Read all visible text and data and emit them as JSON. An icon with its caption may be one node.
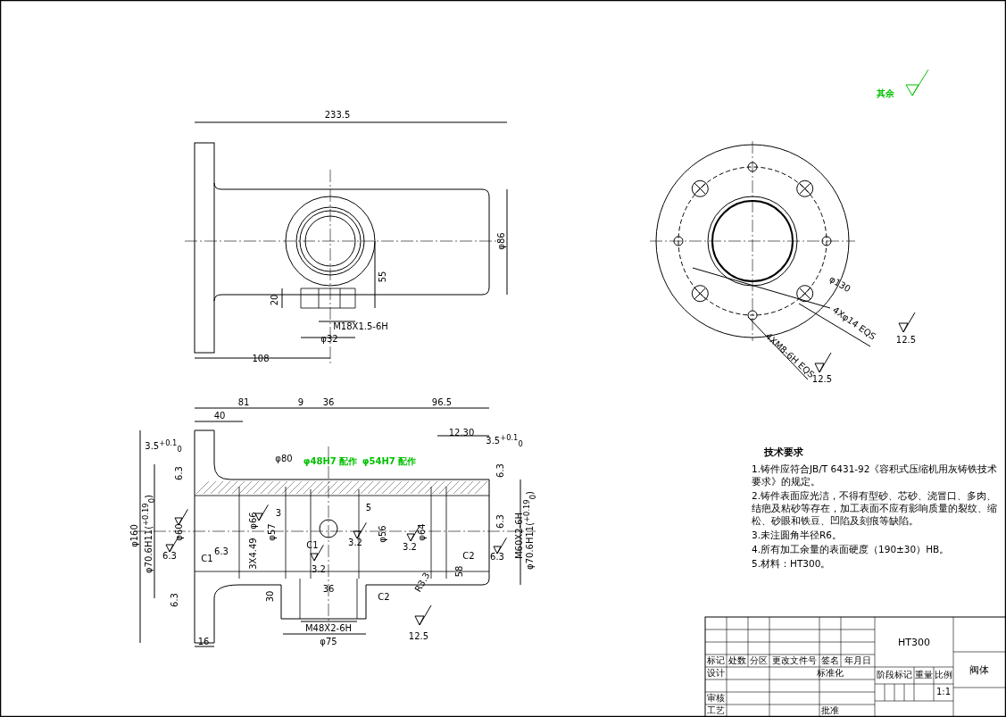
{
  "diagram": {
    "labels": [
      "其余",
      "233.5",
      "φ86",
      "55",
      "20",
      "M18X1.5-6H",
      "φ32",
      "108",
      "φ130",
      "4Xφ14 EQS",
      "12.5",
      "4XM8-6H EQS",
      "12.5",
      "81",
      "9",
      "36",
      "96.5",
      "40",
      "12.30",
      "3.5$^{+0.1}$$_{0}$",
      "3.5$^{+0.1}$$_{0}$",
      "φ80",
      "φ48H7 配作",
      "φ54H7 配作",
      "6.3",
      "6.3",
      "3",
      "5",
      "φ160",
      "φ70.6H11($^{+0.19}$$_{0}$)",
      "φ60",
      "φ66",
      "3X4.49",
      "φ57",
      "φ56",
      "φ64",
      "M60X2-6H",
      "φ70.6H11($^{+0.19}$$_{0}$)",
      "6.3",
      "6.3",
      "C1",
      "6.3",
      "C1",
      "3.2",
      "3.2",
      "3.2",
      "C2",
      "6.3",
      "36",
      "R3.3",
      "58",
      "30",
      "C2",
      "6.3",
      "M48X2-6H",
      "φ75",
      "12.5",
      "16",
      "技术要求",
      "1.铸件应符合JB/T 6431-92《容积式压缩机用灰铸铁技术要求》的规定。",
      "2.铸件表面应光洁，不得有型砂、芯砂、浇冒口、多肉、结疤及粘砂等存在，加工表面不应有影响质量的裂纹、缩松、砂眼和铁豆、凹陷及刻痕等缺陷。",
      "3.未注圆角半径R6。",
      "4.所有加工余量的表面硬度（190±30）HB。",
      "5.材料：HT300。",
      "HT300",
      "阀体",
      "标记",
      "处数",
      "分区",
      "更改文件号",
      "签名",
      "年月日",
      "设计",
      "标准化",
      "阶段标记",
      "重量",
      "比例",
      "审核",
      "1:1",
      "工艺",
      "批准"
    ]
  }
}
